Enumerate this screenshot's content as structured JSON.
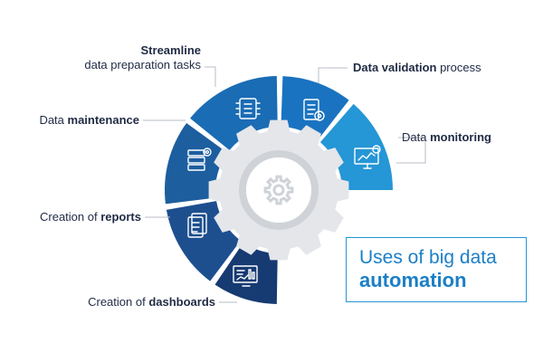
{
  "labels": {
    "streamline_bold": "Streamline",
    "streamline_rest": "data preparation tasks",
    "maintenance_pre": "Data ",
    "maintenance_bold": "maintenance",
    "reports_pre": "Creation of ",
    "reports_bold": "reports",
    "dashboards_pre": "Creation of ",
    "dashboards_bold": "dashboards",
    "validation_bold": "Data validation",
    "validation_rest": " process",
    "monitoring_pre": "Data ",
    "monitoring_bold": "monitoring"
  },
  "title": {
    "line1": "Uses of big data",
    "line2": "automation"
  },
  "segments": [
    {
      "id": "validation",
      "color": "#1a73c0",
      "icon": "checklist-gear-icon"
    },
    {
      "id": "monitoring",
      "color": "#2596d6",
      "icon": "monitor-chart-icon"
    },
    {
      "id": "dashboards",
      "color": "#163a72",
      "icon": "dashboard-screen-icon"
    },
    {
      "id": "reports",
      "color": "#1d4f8f",
      "icon": "report-document-icon"
    },
    {
      "id": "maintenance",
      "color": "#1d5e9f",
      "icon": "server-gear-icon"
    },
    {
      "id": "streamline",
      "color": "#1a6cb4",
      "icon": "circuit-chip-icon"
    }
  ],
  "colors": {
    "accent": "#1c7fc6",
    "gear": "#e4e6ea",
    "gear_inner": "#cfd3d8",
    "leader": "#b7bcc4"
  }
}
